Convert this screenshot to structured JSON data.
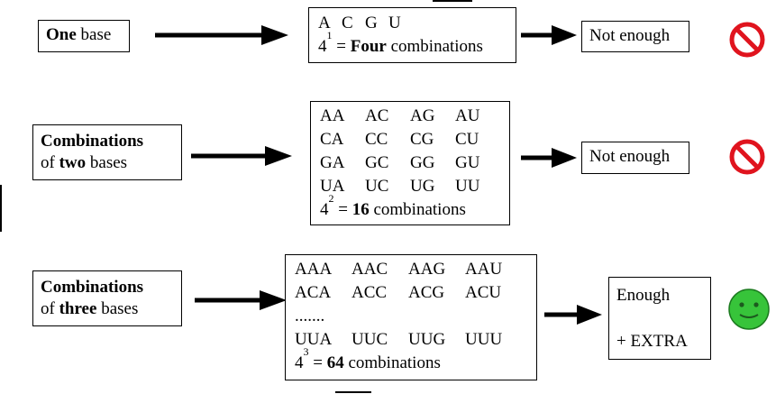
{
  "rows": [
    {
      "label_bold": "One",
      "label_rest": " base",
      "label_line1": "",
      "label_line2_pre": "",
      "label_line2_bold": "",
      "label_line2_post": "",
      "grid": [
        [
          "A",
          "C",
          "G",
          "U"
        ]
      ],
      "ellipsis": "",
      "grid_tail": [],
      "formula_base": "4",
      "formula_exp": "1",
      "formula_eq": " = ",
      "formula_bold": "Four",
      "formula_rest": " combinations",
      "result_line1": "Not enough",
      "result_line2": "",
      "verdict_icon": "no-entry-icon"
    },
    {
      "label_bold": "",
      "label_rest": "",
      "label_line1": "Combinations",
      "label_line2_pre": "of ",
      "label_line2_bold": "two",
      "label_line2_post": " bases",
      "grid": [
        [
          "AA",
          "AC",
          "AG",
          "AU"
        ],
        [
          "CA",
          "CC",
          "CG",
          "CU"
        ],
        [
          "GA",
          "GC",
          "GG",
          "GU"
        ],
        [
          "UA",
          "UC",
          "UG",
          "UU"
        ]
      ],
      "ellipsis": "",
      "grid_tail": [],
      "formula_base": "4",
      "formula_exp": "2",
      "formula_eq": " = ",
      "formula_bold": "16",
      "formula_rest": " combinations",
      "result_line1": "Not enough",
      "result_line2": "",
      "verdict_icon": "no-entry-icon"
    },
    {
      "label_bold": "",
      "label_rest": "",
      "label_line1": "Combinations",
      "label_line2_pre": "of ",
      "label_line2_bold": "three",
      "label_line2_post": " bases",
      "grid": [
        [
          "AAA",
          "AAC",
          "AAG",
          "AAU"
        ],
        [
          "ACA",
          "ACC",
          "ACG",
          "ACU"
        ]
      ],
      "ellipsis": ".......",
      "grid_tail": [
        [
          "UUA",
          "UUC",
          "UUG",
          "UUU"
        ]
      ],
      "formula_base": "4",
      "formula_exp": "3",
      "formula_eq": " = ",
      "formula_bold": "64",
      "formula_rest": " combinations",
      "result_line1": "Enough",
      "result_line2": "+ EXTRA",
      "verdict_icon": "smiley-icon"
    }
  ],
  "colors": {
    "stop_red": "#e0141e",
    "smiley_green": "#37c43a",
    "ink": "#000000"
  }
}
